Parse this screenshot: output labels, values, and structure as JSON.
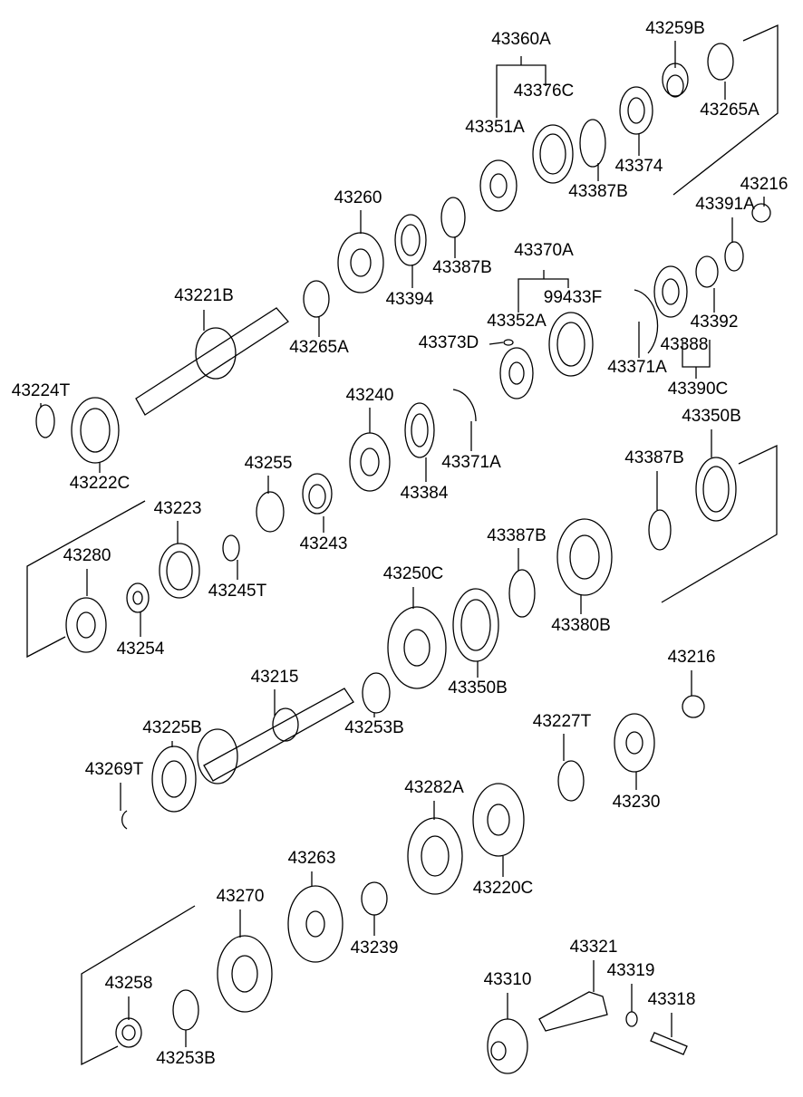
{
  "diagram": {
    "type": "exploded-parts-diagram",
    "colors": {
      "line": "#000000",
      "background": "#ffffff"
    },
    "parts": [
      {
        "id": "p0",
        "number": "43360A"
      },
      {
        "id": "p1",
        "number": "43259B"
      },
      {
        "id": "p2",
        "number": "43376C"
      },
      {
        "id": "p3",
        "number": "43351A"
      },
      {
        "id": "p4",
        "number": "43265A"
      },
      {
        "id": "p5",
        "number": "43374"
      },
      {
        "id": "p6",
        "number": "43387B"
      },
      {
        "id": "p7",
        "number": "43216"
      },
      {
        "id": "p8",
        "number": "43260"
      },
      {
        "id": "p9",
        "number": "43391A"
      },
      {
        "id": "p10",
        "number": "43387B"
      },
      {
        "id": "p11",
        "number": "43394"
      },
      {
        "id": "p12",
        "number": "43370A"
      },
      {
        "id": "p13",
        "number": "99433F"
      },
      {
        "id": "p14",
        "number": "43221B"
      },
      {
        "id": "p15",
        "number": "43352A"
      },
      {
        "id": "p16",
        "number": "43392"
      },
      {
        "id": "p17",
        "number": "43265A"
      },
      {
        "id": "p18",
        "number": "43373D"
      },
      {
        "id": "p19",
        "number": "43388"
      },
      {
        "id": "p20",
        "number": "43371A"
      },
      {
        "id": "p21",
        "number": "43390C"
      },
      {
        "id": "p22",
        "number": "43224T"
      },
      {
        "id": "p23",
        "number": "43240"
      },
      {
        "id": "p24",
        "number": "43350B"
      },
      {
        "id": "p25",
        "number": "43371A"
      },
      {
        "id": "p26",
        "number": "43255"
      },
      {
        "id": "p27",
        "number": "43387B"
      },
      {
        "id": "p28",
        "number": "43222C"
      },
      {
        "id": "p29",
        "number": "43384"
      },
      {
        "id": "p30",
        "number": "43223"
      },
      {
        "id": "p31",
        "number": "43387B"
      },
      {
        "id": "p32",
        "number": "43243"
      },
      {
        "id": "p33",
        "number": "43280"
      },
      {
        "id": "p34",
        "number": "43250C"
      },
      {
        "id": "p35",
        "number": "43245T"
      },
      {
        "id": "p36",
        "number": "43380B"
      },
      {
        "id": "p37",
        "number": "43254"
      },
      {
        "id": "p38",
        "number": "43350B"
      },
      {
        "id": "p39",
        "number": "43216"
      },
      {
        "id": "p40",
        "number": "43215"
      },
      {
        "id": "p41",
        "number": "43227T"
      },
      {
        "id": "p42",
        "number": "43253B"
      },
      {
        "id": "p43",
        "number": "43225B"
      },
      {
        "id": "p44",
        "number": "43269T"
      },
      {
        "id": "p45",
        "number": "43230"
      },
      {
        "id": "p46",
        "number": "43282A"
      },
      {
        "id": "p47",
        "number": "43263"
      },
      {
        "id": "p48",
        "number": "43220C"
      },
      {
        "id": "p49",
        "number": "43270"
      },
      {
        "id": "p50",
        "number": "43239"
      },
      {
        "id": "p51",
        "number": "43321"
      },
      {
        "id": "p52",
        "number": "43310"
      },
      {
        "id": "p53",
        "number": "43319"
      },
      {
        "id": "p54",
        "number": "43258"
      },
      {
        "id": "p55",
        "number": "43318"
      },
      {
        "id": "p56",
        "number": "43253B"
      }
    ]
  }
}
